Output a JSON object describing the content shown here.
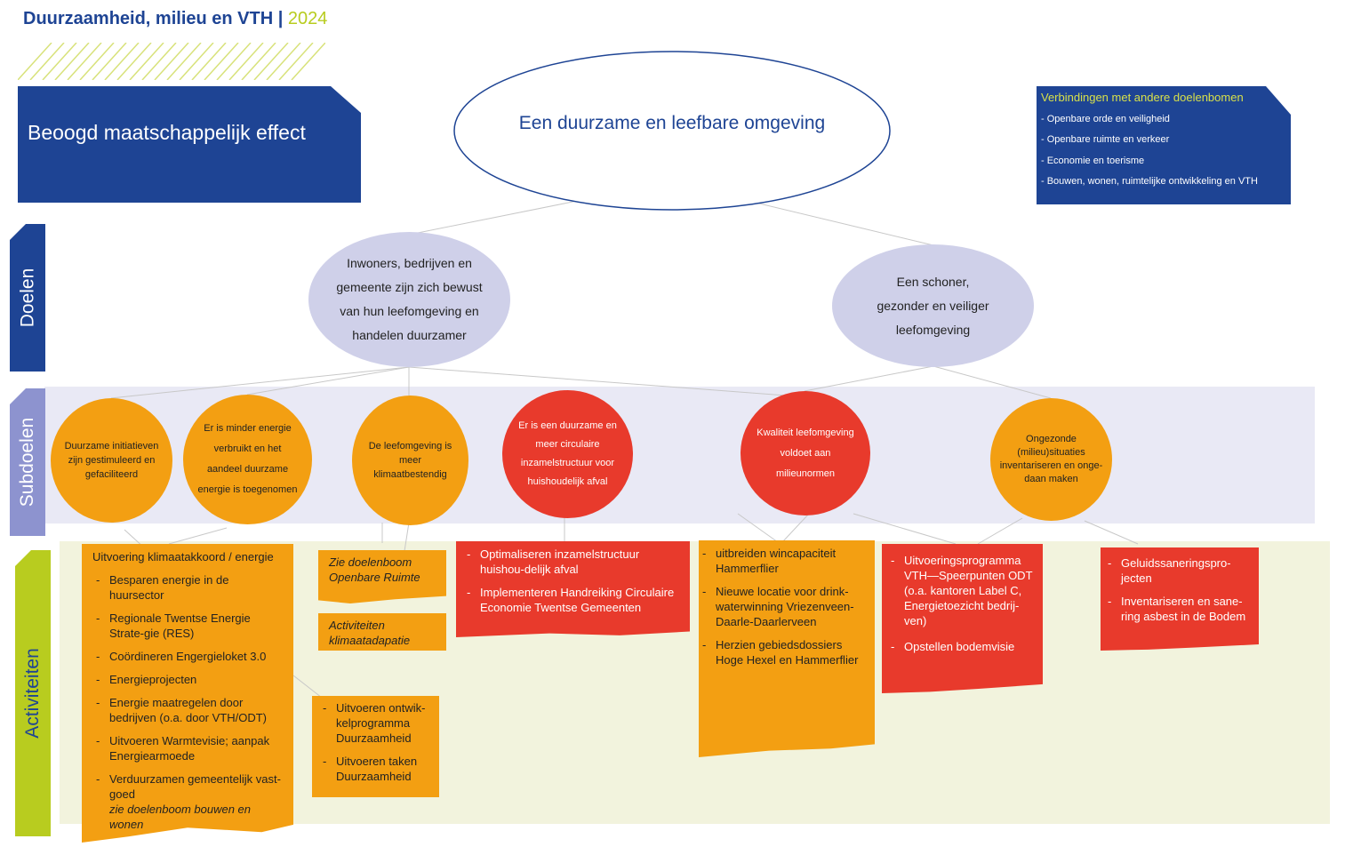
{
  "header": {
    "title": "Duurzaamheid, milieu en VTH",
    "separator": "|",
    "year": "2024"
  },
  "effect": {
    "label": "Beoogd maatschappelijk effect",
    "main_goal": "Een duurzame en leefbare omgeving"
  },
  "connections": {
    "title": "Verbindingen met andere doelenbomen",
    "items": [
      "- Openbare orde en veiligheid",
      "- Openbare ruimte en verkeer",
      "- Economie en toerisme",
      "- Bouwen, wonen, ruimtelijke ontwikkeling en VTH"
    ]
  },
  "levels": {
    "doelen": "Doelen",
    "subdoelen": "Subdoelen",
    "activiteiten": "Activiteiten"
  },
  "goals": [
    "Inwoners, bedrijven en gemeente zijn zich bewust van hun leefomgeving en handelen duurzamer",
    "Een schoner, gezonder en veiliger leefomgeving"
  ],
  "subgoals": [
    "Duurzame initiatieven zijn gestimuleerd en gefaciliteerd",
    "Er is minder energie verbruikt en het aandeel duurzame energie is toegenomen",
    "De leefomgeving is meer klimaatbestendig",
    "Er is een duurzame en meer circulaire inzamelstructuur voor huishoudelijk afval",
    "Kwaliteit leefomgeving voldoet aan milieunormen",
    "Ongezonde (milieu)situaties inventariseren en onge-daan maken"
  ],
  "activities": {
    "klimaat": {
      "heading": "Uitvoering klimaatakkoord / energie",
      "items": [
        "Besparen energie in de huursector",
        "Regionale Twentse Energie Strate-gie (RES)",
        "Coördineren Engergieloket 3.0",
        "Energieprojecten",
        "Energie maatregelen door bedrijven (o.a. door VTH/ODT)",
        "Uitvoeren Warmtevisie; aanpak Energiearmoede",
        "Verduurzamen gemeentelijk vast-goed"
      ],
      "note": "zie doelenboom bouwen en wonen"
    },
    "openbare_ruimte": "Zie doelenboom Openbare Ruimte",
    "klimaatadaptatie": "Activiteiten klimaatadapatie",
    "duurzaamheid": [
      "Uitvoeren ontwik-kelprogramma Duurzaamheid",
      "Uitvoeren taken Duurzaamheid"
    ],
    "afval": [
      "Optimaliseren inzamelstructuur huishou-delijk afval",
      "Implementeren Handreiking Circulaire Economie Twentse Gemeenten"
    ],
    "water": [
      "uitbreiden wincapaciteit Hammerflier",
      "Nieuwe locatie voor drink-waterwinning Vriezenveen-Daarle-Daarlerveen",
      "Herzien gebiedsdossiers Hoge Hexel en Hammerflier"
    ],
    "vth": [
      "Uitvoeringsprogramma VTH—Speerpunten ODT (o.a. kantoren Label C, Energietoezicht bedrij-ven)",
      "Opstellen bodemvisie"
    ],
    "geluid": [
      "Geluidssaneringspro-jecten",
      "Inventariseren en sane-ring asbest in de Bodem"
    ]
  },
  "colors": {
    "navy": "#1e4494",
    "lilac": "#cfd0e9",
    "orange": "#f39f12",
    "red": "#e83a2c",
    "lime": "#b8cc1f"
  }
}
